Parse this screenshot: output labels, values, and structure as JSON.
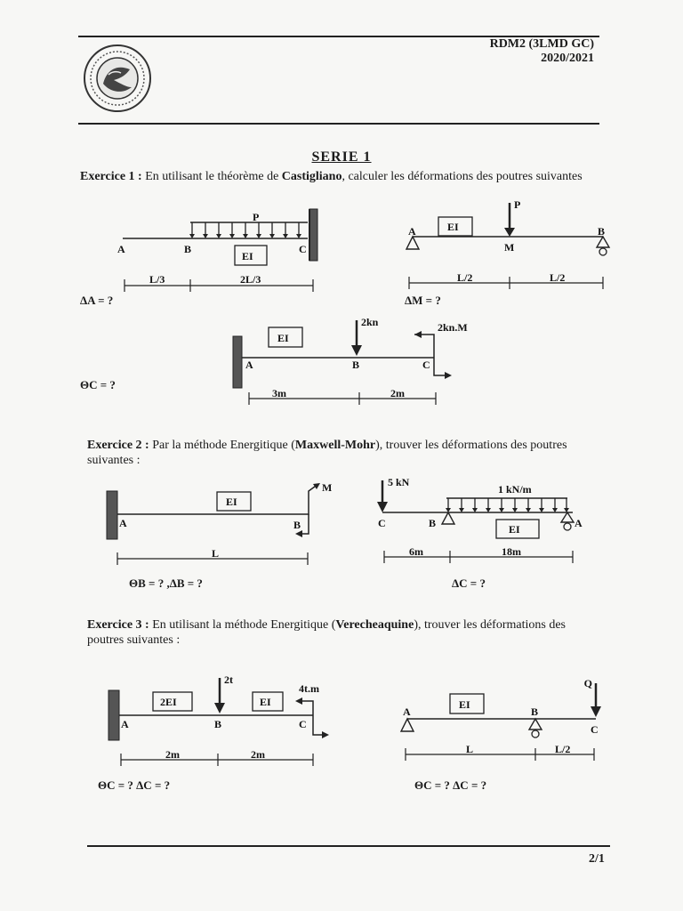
{
  "header": {
    "course": "RDM2 (3LMD GC)",
    "year": "2020/2021"
  },
  "title": "SERIE 1",
  "ex1": {
    "label": "Exercice 1 :",
    "text_a": " En utilisant le théorème de ",
    "keyword": "Castigliano",
    "text_b": ", calculer les déformations des poutres suivantes",
    "b1": {
      "P": "P",
      "EI": "EI",
      "A": "A",
      "B": "B",
      "C": "C",
      "d1": "L/3",
      "d2": "2L/3",
      "question": "ΔA = ?"
    },
    "b2": {
      "P": "P",
      "EI": "EI",
      "A": "A",
      "M": "M",
      "B": "B",
      "d1": "L/2",
      "d2": "L/2",
      "question": "ΔM = ?"
    },
    "b3": {
      "F": "2kn",
      "Mo": "2kn.M",
      "EI": "EI",
      "A": "A",
      "B": "B",
      "C": "C",
      "d1": "3m",
      "d2": "2m",
      "question": "ΘC = ?"
    }
  },
  "ex2": {
    "label": "Exercice 2 :",
    "text_a": " Par la méthode Energitique (",
    "keyword": "Maxwell-Mohr",
    "text_b": "), trouver les déformations des poutres  suivantes :",
    "b1": {
      "M": "M",
      "EI": "EI",
      "A": "A",
      "B": "B",
      "d": "L",
      "question": "ΘB = ? ,ΔB = ?"
    },
    "b2": {
      "F": "5 kN",
      "q": "1 kN/m",
      "EI": "EI",
      "C": "C",
      "B": "B",
      "A": "A",
      "d1": "6m",
      "d2": "18m",
      "question": "ΔC = ?"
    }
  },
  "ex3": {
    "label": "Exercice 3 :",
    "text_a": " En utilisant la méthode Energitique (",
    "keyword": "Verecheaquine",
    "text_b": "), trouver les déformations des poutres  suivantes :",
    "b1": {
      "F": "2t",
      "Mo": "4t.m",
      "EI1": "2EI",
      "EI2": "EI",
      "A": "A",
      "B": "B",
      "C": "C",
      "d1": "2m",
      "d2": "2m",
      "question": "ΘC = ?   ΔC = ?"
    },
    "b2": {
      "Q": "Q",
      "EI": "EI",
      "A": "A",
      "B": "B",
      "C": "C",
      "d1": "L",
      "d2": "L/2",
      "question": "ΘC = ?   ΔC = ?"
    }
  },
  "footer": {
    "page": "2/1"
  }
}
